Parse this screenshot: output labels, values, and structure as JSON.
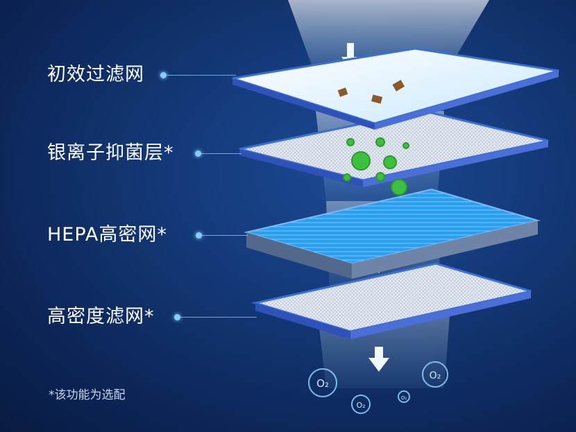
{
  "layers": [
    {
      "label": "初效过滤网"
    },
    {
      "label": "银离子抑菌层*"
    },
    {
      "label": "HEPA高密网*"
    },
    {
      "label": "高密度滤网*"
    }
  ],
  "footnote": "*该功能为选配",
  "oxygen_badges": [
    "O₂",
    "O₂",
    "O₂",
    "O₂"
  ],
  "colors": {
    "background": "#0f2a5c",
    "accent": "#7fd0ff",
    "hepa_fill": "#1e90e6",
    "bacteria": "#3fbf3f"
  }
}
